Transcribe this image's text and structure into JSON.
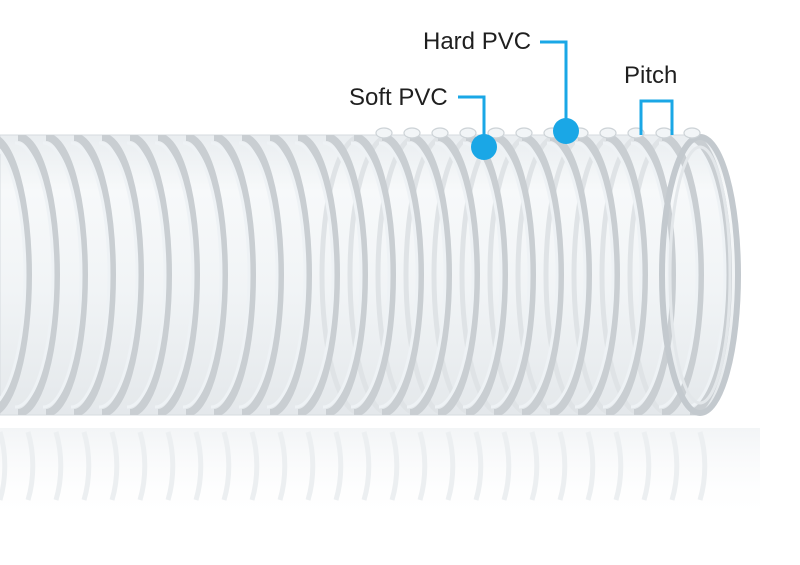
{
  "callouts": {
    "soft_pvc": "Soft PVC",
    "hard_pvc": "Hard PVC",
    "pitch": "Pitch"
  },
  "colors": {
    "accent": "#1aa7e6",
    "text": "#1f1f1f",
    "background": "#ffffff",
    "ring_stroke": "#c9ced2",
    "ring_highlight": "#eef2f5",
    "hose_fill": "#f4f6f8"
  }
}
